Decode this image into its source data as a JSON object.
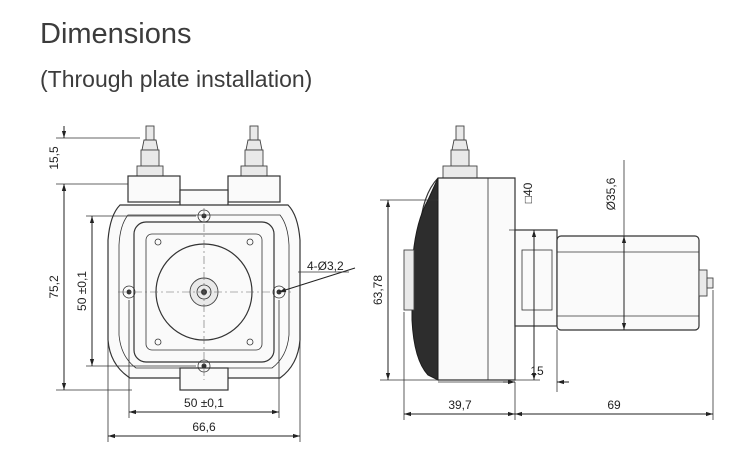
{
  "header": {
    "title": "Dimensions",
    "subtitle": "(Through plate installation)"
  },
  "front_view": {
    "dims": {
      "tube_height": "15,5",
      "total_height": "75,2",
      "hole_pitch_v": "50  ±0,1",
      "hole_pitch_h": "50  ±0,1",
      "total_width": "66,6",
      "mount_holes": "4-Ø3,2"
    }
  },
  "side_view": {
    "dims": {
      "body_height": "63,78",
      "square": "□40",
      "motor_dia": "Ø35,6",
      "flange": "15",
      "head_depth": "39,7",
      "motor_length": "69"
    }
  }
}
